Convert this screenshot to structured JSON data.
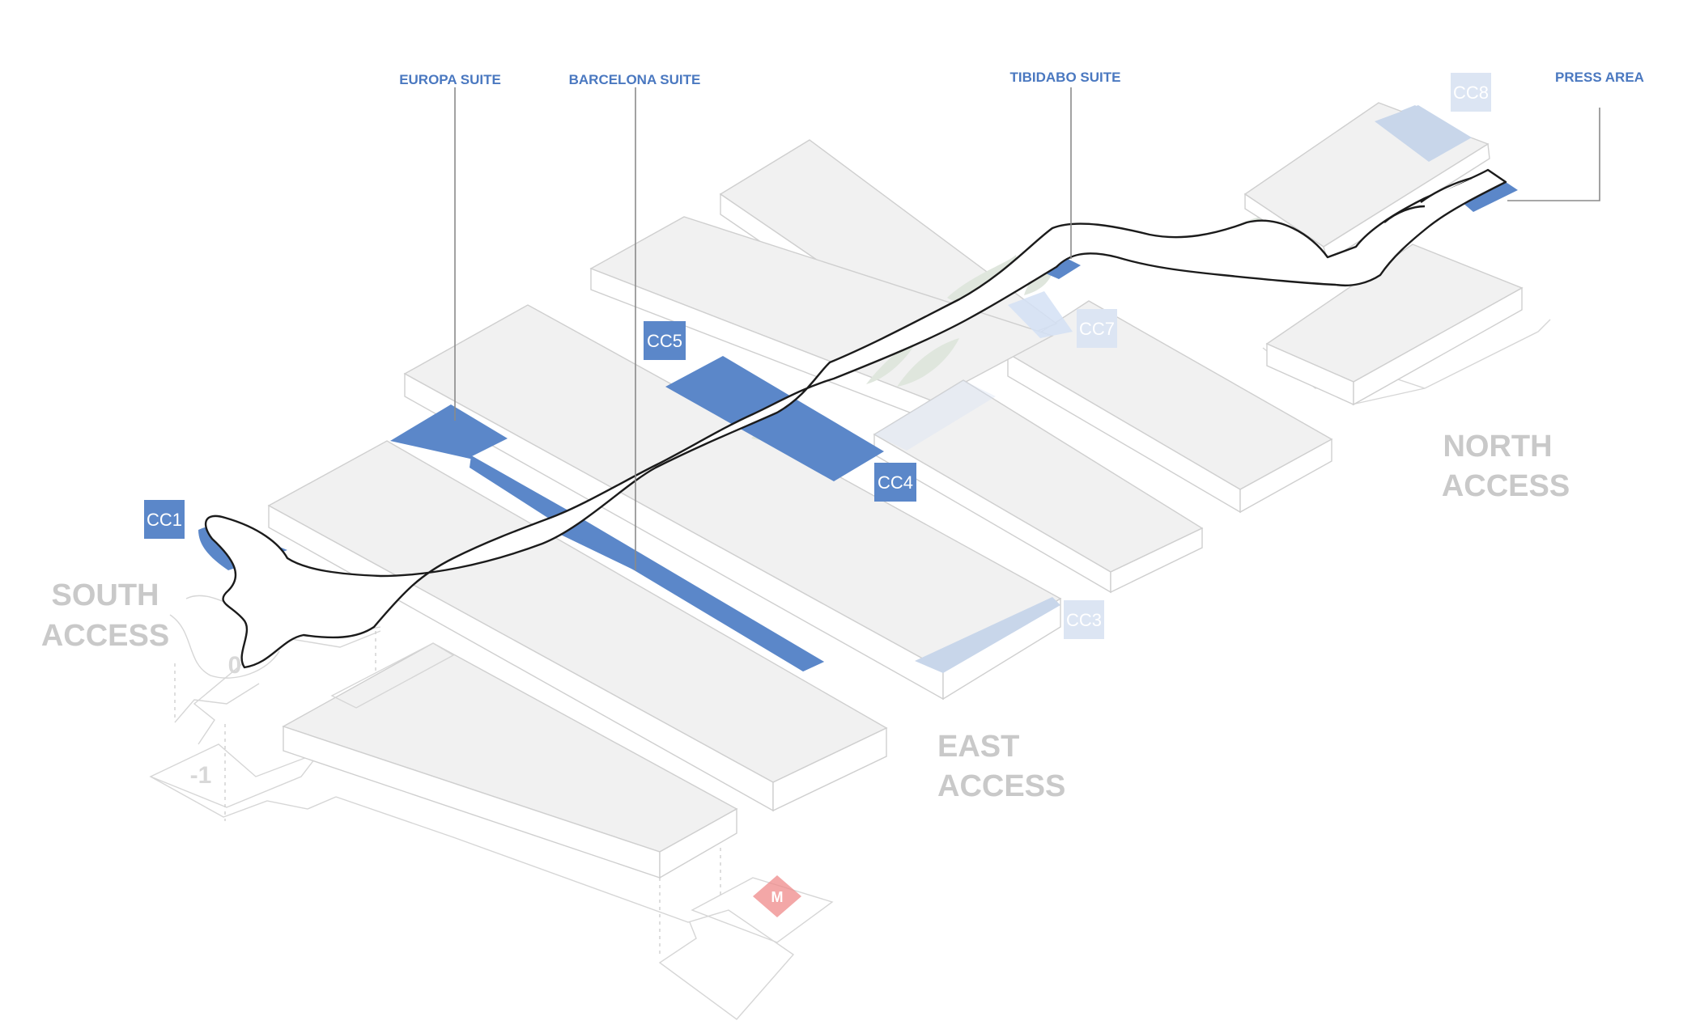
{
  "suites": {
    "europa": "EUROPA SUITE",
    "barcelona": "BARCELONA SUITE",
    "tibidabo": "TIBIDABO SUITE",
    "press": "PRESS AREA"
  },
  "access": {
    "south": [
      "SOUTH",
      "ACCESS"
    ],
    "east": [
      "EAST",
      "ACCESS"
    ],
    "north": [
      "NORTH",
      "ACCESS"
    ]
  },
  "levels": {
    "ground": "0",
    "basement": "-1"
  },
  "rooms": {
    "cc1": "CC1",
    "cc3": "CC3",
    "cc4": "CC4",
    "cc5": "CC5",
    "cc7": "CC7",
    "cc8": "CC8"
  },
  "metro": "M",
  "colors": {
    "accent_blue": "#5b87c9",
    "pale_blue": "#c8d6ea",
    "access_gray": "#c9c9c9"
  }
}
